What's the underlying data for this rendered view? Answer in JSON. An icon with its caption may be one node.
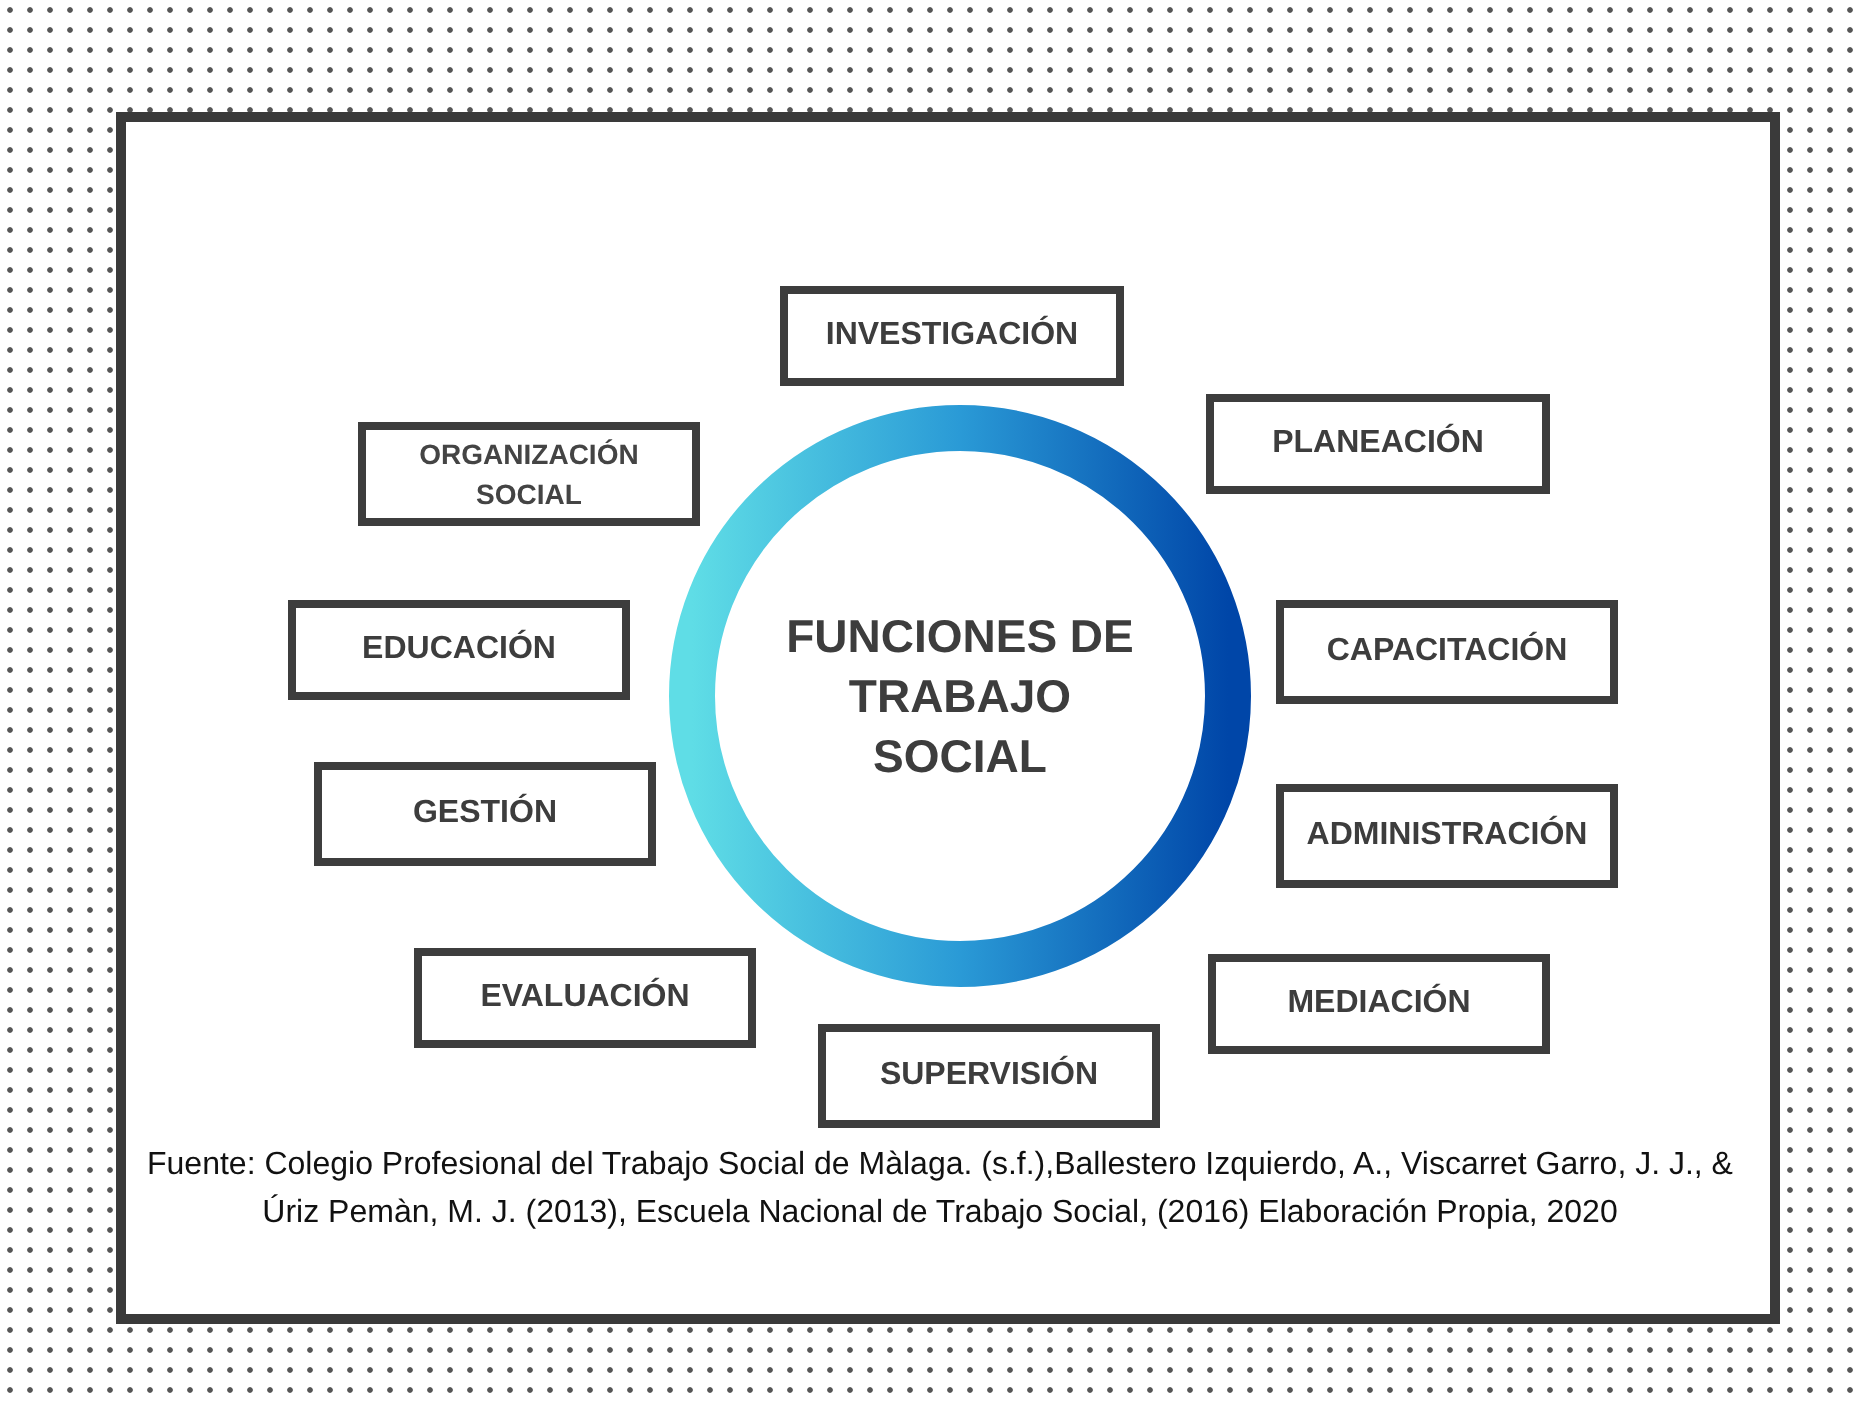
{
  "diagram": {
    "caption": "Fuente: Colegio Profesional del Trabajo Social de Màlaga. (s.f.),Ballestero Izquierdo, A., Viscarret Garro, J. J., & Úriz Pemàn, M. J. (2013), Escuela Nacional de Trabajo Social, (2016) Elaboración Propia, 2020",
    "nodes": [
      {
        "text": [
          "INVESTIGACIÓN"
        ]
      },
      {
        "text": [
          "ORGANIZACIÓN SOCIAL"
        ]
      },
      {
        "text": [
          "PLANEACIÓN"
        ]
      },
      {
        "text": [
          "EDUCACIÓN"
        ]
      },
      {
        "text": [
          "CAPACITACIÓN"
        ]
      },
      {
        "text": [
          "FUNCIONES DE TRABAJO SOCIAL"
        ]
      },
      {
        "text": [
          "GESTIÓN"
        ]
      },
      {
        "text": [
          "ADMINISTRACIÓN"
        ]
      },
      {
        "text": [
          "EVALUACIÓN"
        ]
      },
      {
        "text": [
          "MEDIACIÓN"
        ]
      },
      {
        "text": [
          "SUPERVISIÓN"
        ]
      }
    ],
    "edges": []
  }
}
